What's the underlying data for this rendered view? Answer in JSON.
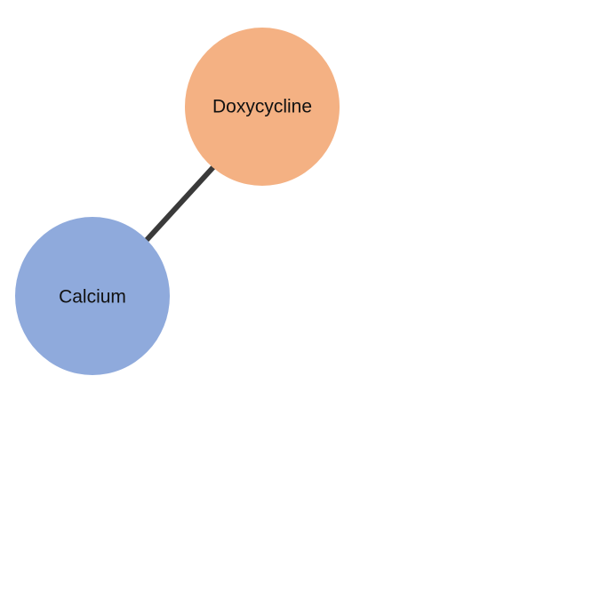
{
  "graph": {
    "nodes": [
      {
        "id": "doxycycline",
        "label": "Doxycycline",
        "color": "#f4b183"
      },
      {
        "id": "calcium",
        "label": "Calcium",
        "color": "#8faadc"
      }
    ],
    "edges": [
      {
        "source": "doxycycline",
        "target": "calcium",
        "color": "#3a3a3a"
      }
    ]
  }
}
